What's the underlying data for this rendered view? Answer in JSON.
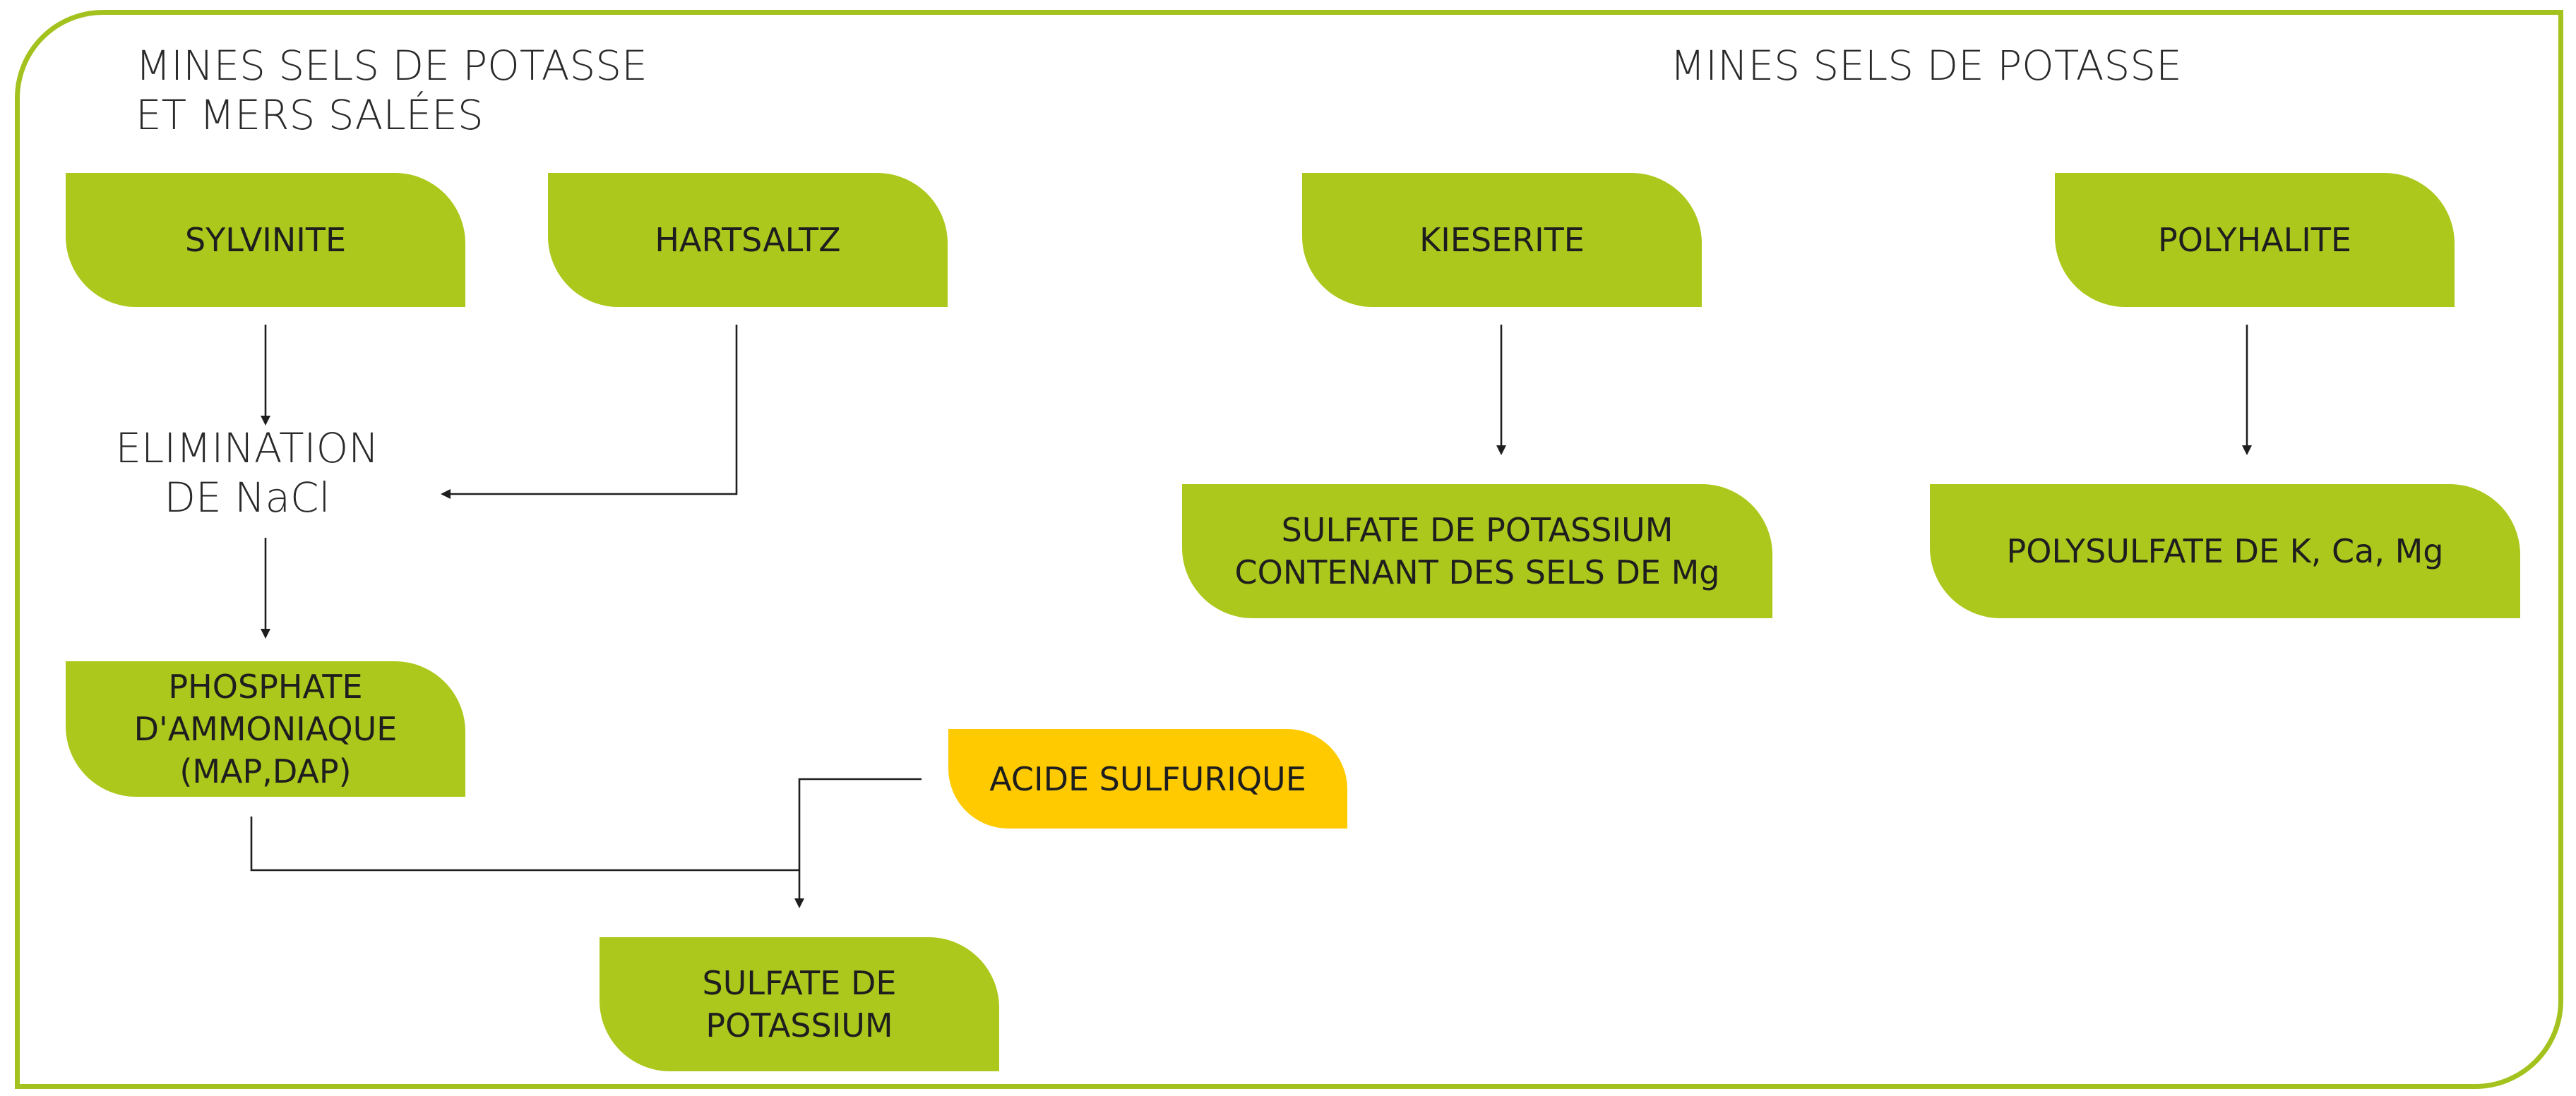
{
  "headings": {
    "left": [
      "MINES SELS DE POTASSE",
      "ET MERS SALÉES"
    ],
    "right": "MINES SELS DE POTASSE"
  },
  "boxes": {
    "sylvinite": [
      "SYLVINITE"
    ],
    "hartsaltz": [
      "HARTSALTZ"
    ],
    "kieserite": [
      "KIESERITE"
    ],
    "polyhalite": [
      "POLYHALITE"
    ],
    "sulfate_mg": [
      "SULFATE DE POTASSIUM",
      "CONTENANT DES SELS DE Mg"
    ],
    "polysulfate": [
      "POLYSULFATE DE K, Ca, Mg"
    ],
    "phosphate": [
      "PHOSPHATE",
      "D'AMMONIAQUE",
      "(MAP,DAP)"
    ],
    "acide": [
      "ACIDE SULFURIQUE"
    ],
    "sulfate_k": [
      "SULFATE DE",
      "POTASSIUM"
    ]
  },
  "steps": {
    "elimination": [
      "ELIMINATION",
      "DE NaCl"
    ]
  },
  "colors": {
    "frame": "#a3c21e",
    "box_green": "#adc81c",
    "box_yellow": "#ffcb00",
    "text": "#1e1e1e"
  }
}
